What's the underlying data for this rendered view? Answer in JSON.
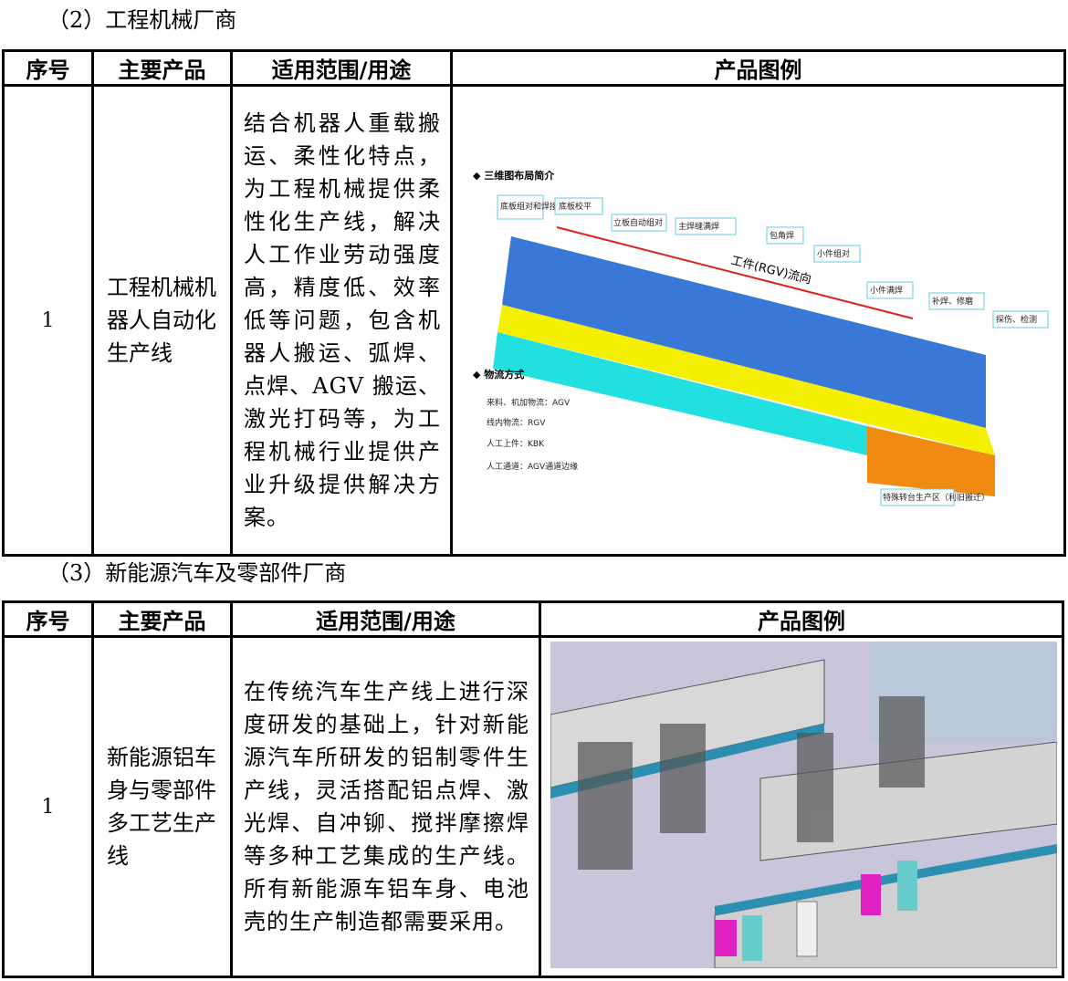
{
  "section2": {
    "caption": "（2）工程机械厂商",
    "headers": [
      "序号",
      "主要产品",
      "适用范围/用途",
      "产品图例"
    ],
    "row": {
      "num": "1",
      "product": "工程机械机器人自动化生产线",
      "desc": "结合机器人重载搬运、柔性化特点，为工程机械提供柔性化生产线，解决人工作业劳动强度高，精度低、效率低等问题，包含机器人搬运、弧焊、点焊、AGV 搬运、激光打码等，为工程机械行业提供产业升级提供解决方案。"
    },
    "figure": {
      "title1": "◆ 三维图布局简介",
      "title2": "◆ 物流方式",
      "labels": [
        "底板组对和焊接",
        "底板校平",
        "立板自动组对",
        "主焊缝满焊",
        "包角焊",
        "小件组对",
        "小件满焊",
        "补焊、修磨",
        "探伤、检测",
        "特殊转台生产区（利旧搬迁）"
      ],
      "flow": "工件(RGV)流向",
      "logistics": [
        "来料、机加物流：AGV",
        "线内物流：RGV",
        "人工上件：KBK",
        "人工通道：AGV通道边缘"
      ]
    }
  },
  "section3": {
    "caption": "（3）新能源汽车及零部件厂商",
    "headers": [
      "序号",
      "主要产品",
      "适用范围/用途",
      "产品图例"
    ],
    "row": {
      "num": "1",
      "product": "新能源铝车身与零部件多工艺生产线",
      "desc": "在传统汽车生产线上进行深度研发的基础上，针对新能源汽车所研发的铝制零件生产线，灵活搭配铝点焊、激光焊、自冲铆、搅拌摩擦焊等多种工艺集成的生产线。所有新能源车铝车身、电池壳的生产制造都需要采用。"
    }
  }
}
